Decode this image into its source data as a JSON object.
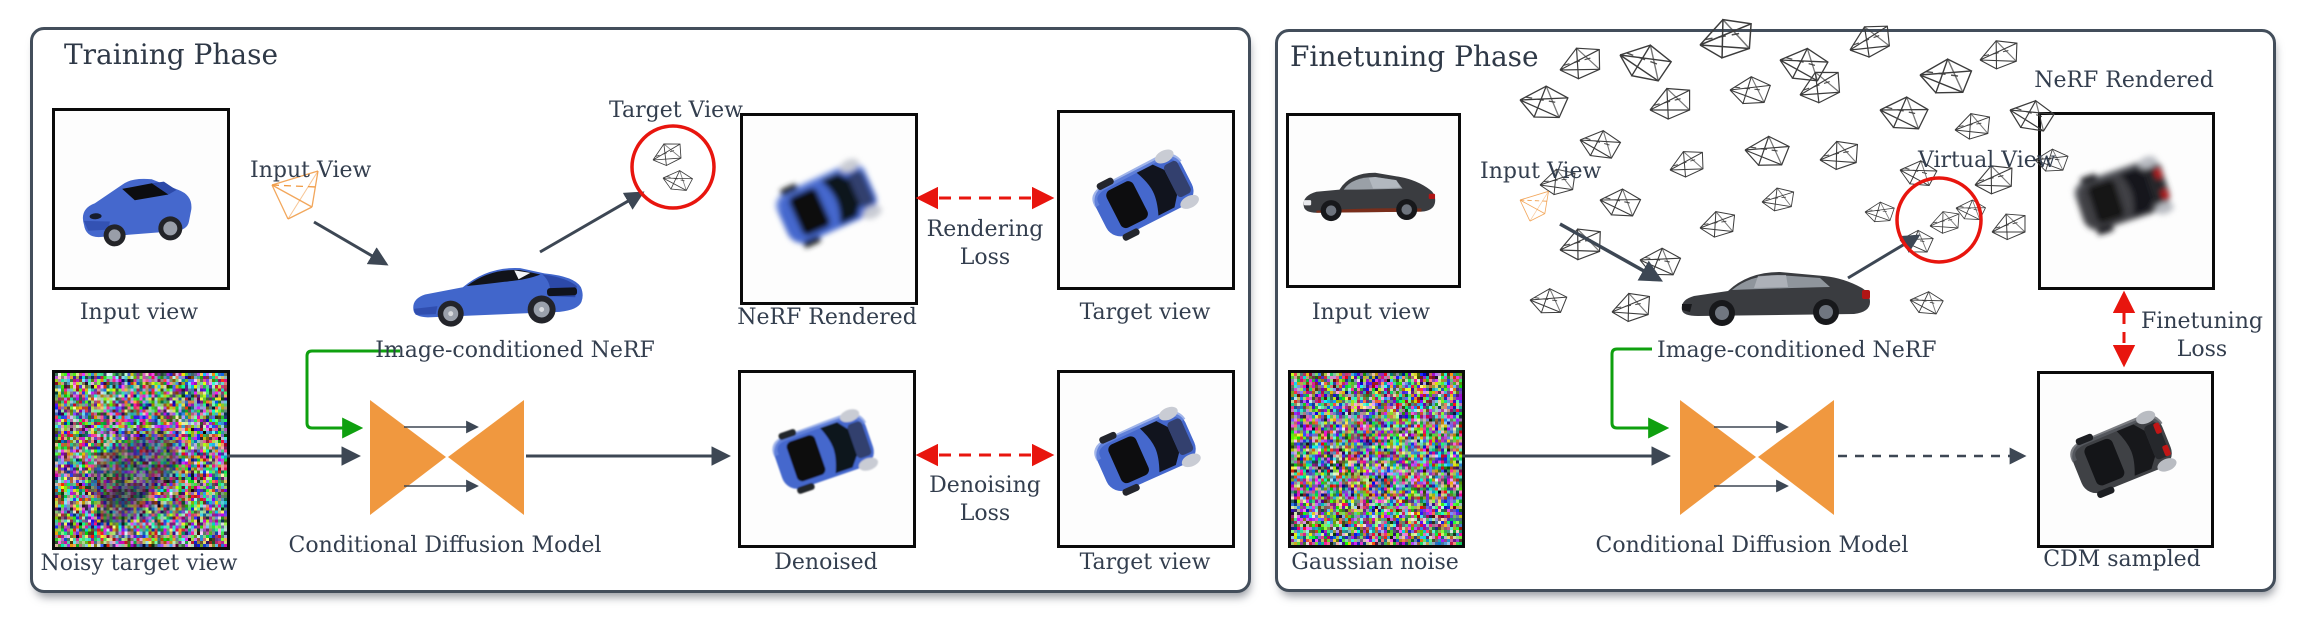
{
  "training": {
    "title": "Training Phase",
    "input_view_caption": "Input view",
    "input_view_label": "Input View",
    "target_view_label": "Target View",
    "nerf_model_label": "Image-conditioned NeRF",
    "nerf_rendered_caption": "NeRF Rendered",
    "rendering_loss_line1": "Rendering",
    "rendering_loss_line2": "Loss",
    "target_view_top_caption": "Target view",
    "noisy_target_caption": "Noisy target view",
    "diffusion_model_label": "Conditional Diffusion Model",
    "denoised_caption": "Denoised",
    "denoising_loss_line1": "Denoising",
    "denoising_loss_line2": "Loss",
    "target_view_bottom_caption": "Target view"
  },
  "finetuning": {
    "title": "Finetuning Phase",
    "input_view_caption": "Input view",
    "input_view_label": "Input View",
    "virtual_view_label": "Virtual View",
    "nerf_model_label": "Image-conditioned NeRF",
    "nerf_rendered_caption": "NeRF Rendered",
    "finetuning_loss_line1": "Finetuning",
    "finetuning_loss_line2": "Loss",
    "gaussian_noise_caption": "Gaussian noise",
    "diffusion_model_label": "Conditional Diffusion Model",
    "cdm_sampled_caption": "CDM sampled"
  },
  "colors": {
    "accent_orange": "#F0983F",
    "accent_green": "#0FA00F",
    "accent_red": "#E8150E",
    "arrow_dark": "#3D4754",
    "text": "#333E4E",
    "panel_border": "#434E5B"
  }
}
